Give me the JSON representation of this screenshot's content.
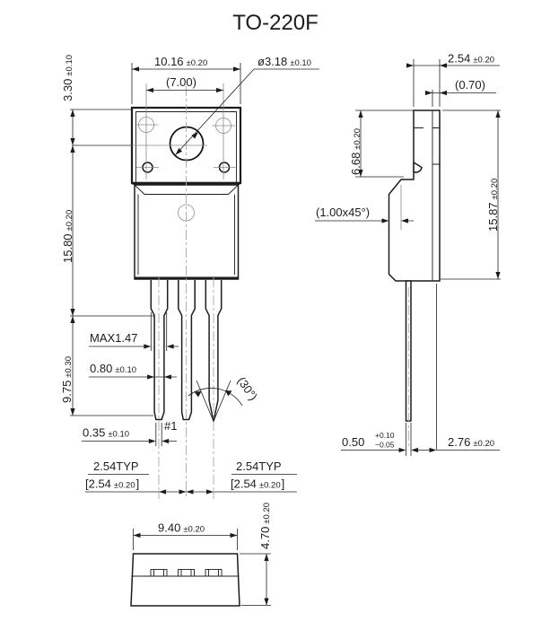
{
  "title": "TO-220F",
  "front": {
    "width": {
      "v": "10.16",
      "t": "±0.20"
    },
    "hole_pitch": {
      "v": "(7.00)"
    },
    "hole_dia": {
      "v": "ø3.18",
      "t": "±0.10"
    },
    "tab_offset": {
      "v": "3.30",
      "t": "±0.10"
    },
    "body_len": {
      "v": "15.80",
      "t": "±0.20"
    },
    "lead_len": {
      "v": "9.75",
      "t": "±0.30"
    },
    "shoulder": {
      "v": "MAX1.47"
    },
    "lead_w": {
      "v": "0.80",
      "t": "±0.10"
    },
    "tip_w": {
      "v": "0.35",
      "t": "±0.10"
    },
    "pin1": "#1",
    "tip_angle": "(30°)",
    "pitch_typ": "2.54TYP",
    "pitch_ref": {
      "open": "[2.54",
      "t": "±0.20",
      "close": "]"
    }
  },
  "side": {
    "total_thk": {
      "v": "2.54",
      "t": "±0.20"
    },
    "tab_thk": {
      "v": "(0.70)"
    },
    "hole_ctr": {
      "v": "6.68",
      "t": "±0.20"
    },
    "chamfer": {
      "v": "(1.00x45°)"
    },
    "height": {
      "v": "15.87",
      "t": "±0.20"
    },
    "lead_thk": {
      "v": "0.50",
      "tp": "+0.10",
      "tm": "−0.05"
    },
    "standoff": {
      "v": "2.76",
      "t": "±0.20"
    }
  },
  "bottom": {
    "width": {
      "v": "9.40",
      "t": "±0.20"
    },
    "depth": {
      "v": "4.70",
      "t": "±0.20"
    }
  },
  "colors": {
    "line": "#1c1c1c",
    "centerline": "#a8a8a8"
  }
}
